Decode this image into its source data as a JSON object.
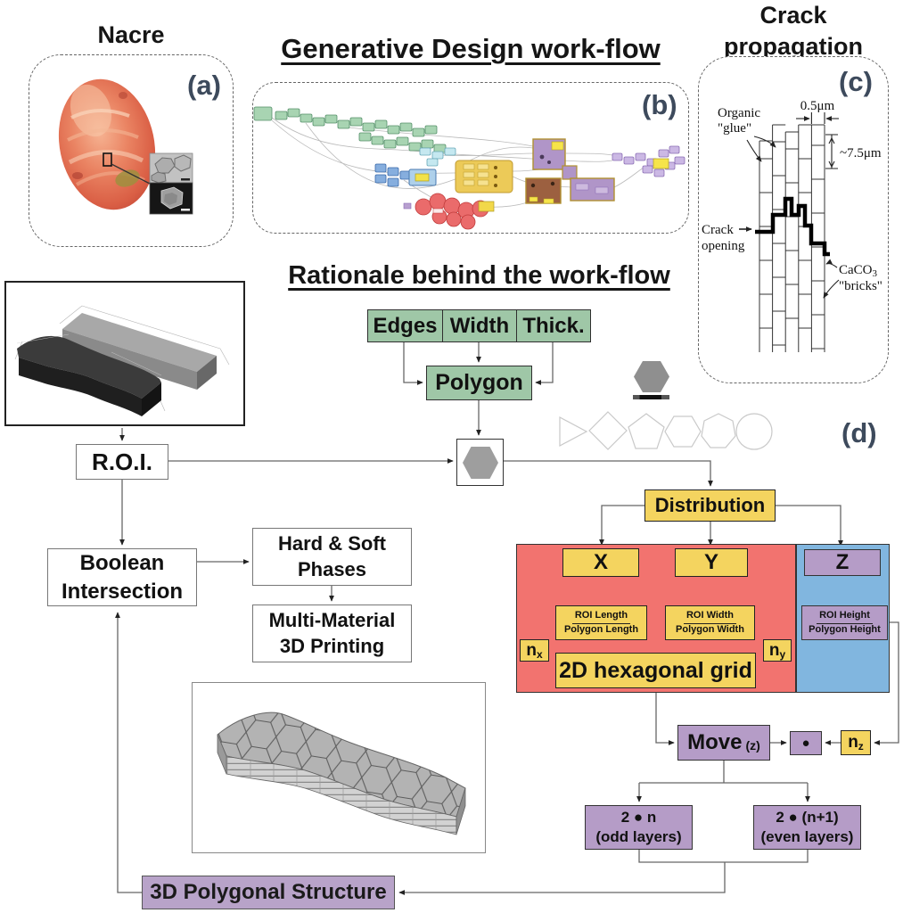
{
  "panel_a": {
    "title": "Nacre",
    "label": "(a)"
  },
  "panel_b": {
    "title": "Generative Design work-flow",
    "label": "(b)"
  },
  "panel_c": {
    "title_line1": "Crack",
    "title_line2": "propagation",
    "label": "(c)",
    "organic_line1": "Organic",
    "organic_line2": "\"glue\"",
    "scale_width": "0.5μm",
    "scale_height": "~7.5μm",
    "crack_line1": "Crack",
    "crack_line2": "opening",
    "caco_base": "CaCO",
    "caco_sub": "3",
    "bricks": "\"bricks\""
  },
  "panel_d": {
    "label": "(d)"
  },
  "rationale_heading": "Rationale behind the work-flow",
  "flow": {
    "edges": "Edges",
    "width": "Width",
    "thick": "Thick.",
    "polygon": "Polygon",
    "roi": "R.O.I.",
    "boolean_line1": "Boolean",
    "boolean_line2": "Intersection",
    "hard_soft_line1": "Hard & Soft",
    "hard_soft_line2": "Phases",
    "multi_line1": "Multi-Material",
    "multi_line2": "3D Printing",
    "distribution": "Distribution",
    "axis_x": "X",
    "axis_y": "Y",
    "axis_z": "Z",
    "frac_x_num": "ROI Length",
    "frac_x_den": "Polygon Length",
    "frac_y_num": "ROI Width",
    "frac_y_den": "Polygon Width",
    "frac_z_num": "ROI Height",
    "frac_z_den": "Polygon Height",
    "n_base": "n",
    "n_x_sub": "x",
    "n_y_sub": "y",
    "n_z_sub": "z",
    "grid": "2D hexagonal grid",
    "move": "Move",
    "move_sub": "(z)",
    "dot": "●",
    "odd_line1": "2 ● n",
    "odd_line2": "(odd layers)",
    "even_line1": "2 ● (n+1)",
    "even_line2": "(even layers)",
    "structure": "3D Polygonal Structure"
  },
  "colors": {
    "green": "#9fc7a7",
    "yellow": "#f4d45f",
    "purple": "#b59cc7",
    "red_panel": "#f2736f",
    "blue_panel": "#81b6df",
    "label_slate": "#3d4a5c",
    "lavender": "#b8a3c9"
  }
}
